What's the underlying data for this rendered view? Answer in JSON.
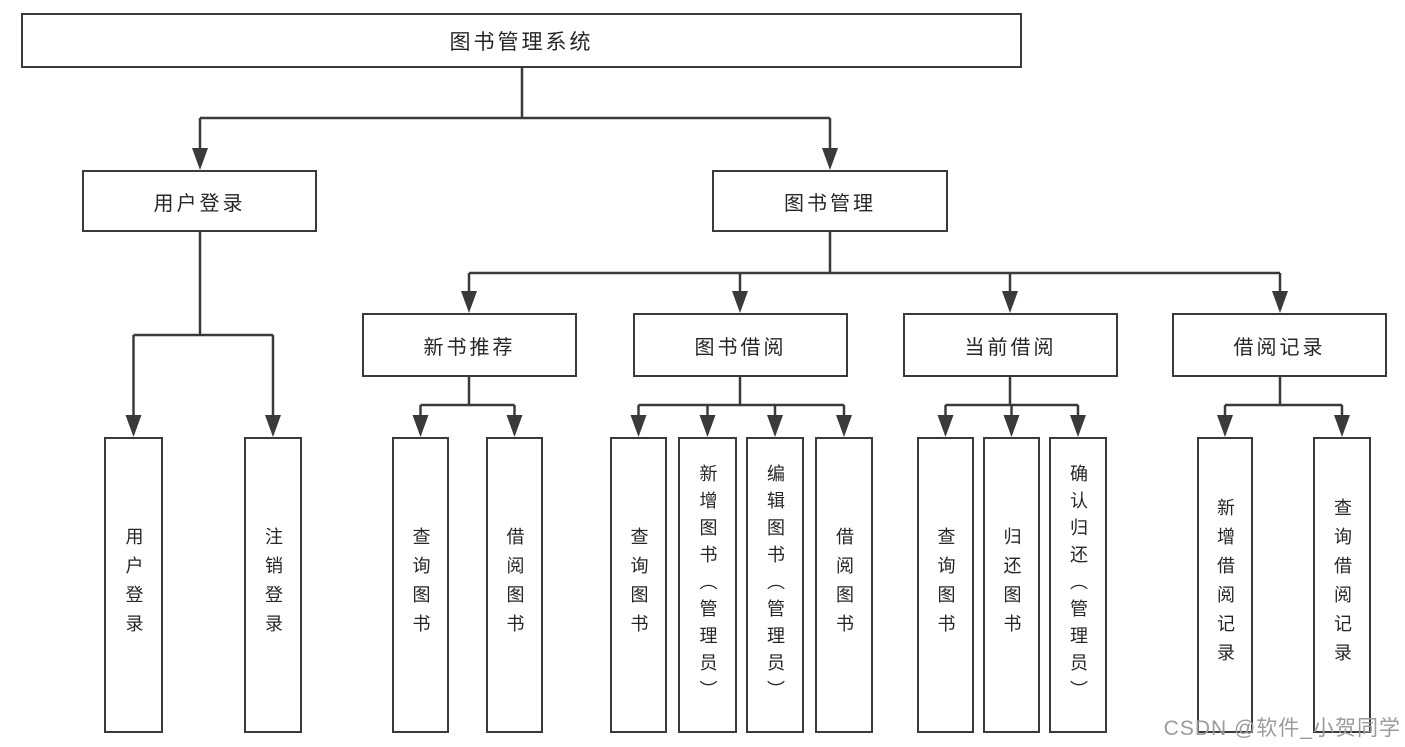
{
  "diagram_title": "图书管理系统",
  "colors": {
    "line": "#3a3a3a",
    "text": "#262626",
    "watermark": "#9b9b9b",
    "background": "#ffffff"
  },
  "tree": {
    "label": "图书管理系统",
    "children": [
      {
        "label": "用户登录",
        "children": [
          {
            "label": "用户登录"
          },
          {
            "label": "注销登录"
          }
        ]
      },
      {
        "label": "图书管理",
        "children": [
          {
            "label": "新书推荐",
            "children": [
              {
                "label": "查询图书"
              },
              {
                "label": "借阅图书"
              }
            ]
          },
          {
            "label": "图书借阅",
            "children": [
              {
                "label": "查询图书"
              },
              {
                "label": "新增图书（管理员）"
              },
              {
                "label": "编辑图书（管理员）"
              },
              {
                "label": "借阅图书"
              }
            ]
          },
          {
            "label": "当前借阅",
            "children": [
              {
                "label": "查询图书"
              },
              {
                "label": "归还图书"
              },
              {
                "label": "确认归还（管理员）"
              }
            ]
          },
          {
            "label": "借阅记录",
            "children": [
              {
                "label": "新增借阅记录"
              },
              {
                "label": "查询借阅记录"
              }
            ]
          }
        ]
      }
    ]
  },
  "watermark": "CSDN @软件_小贺同学"
}
